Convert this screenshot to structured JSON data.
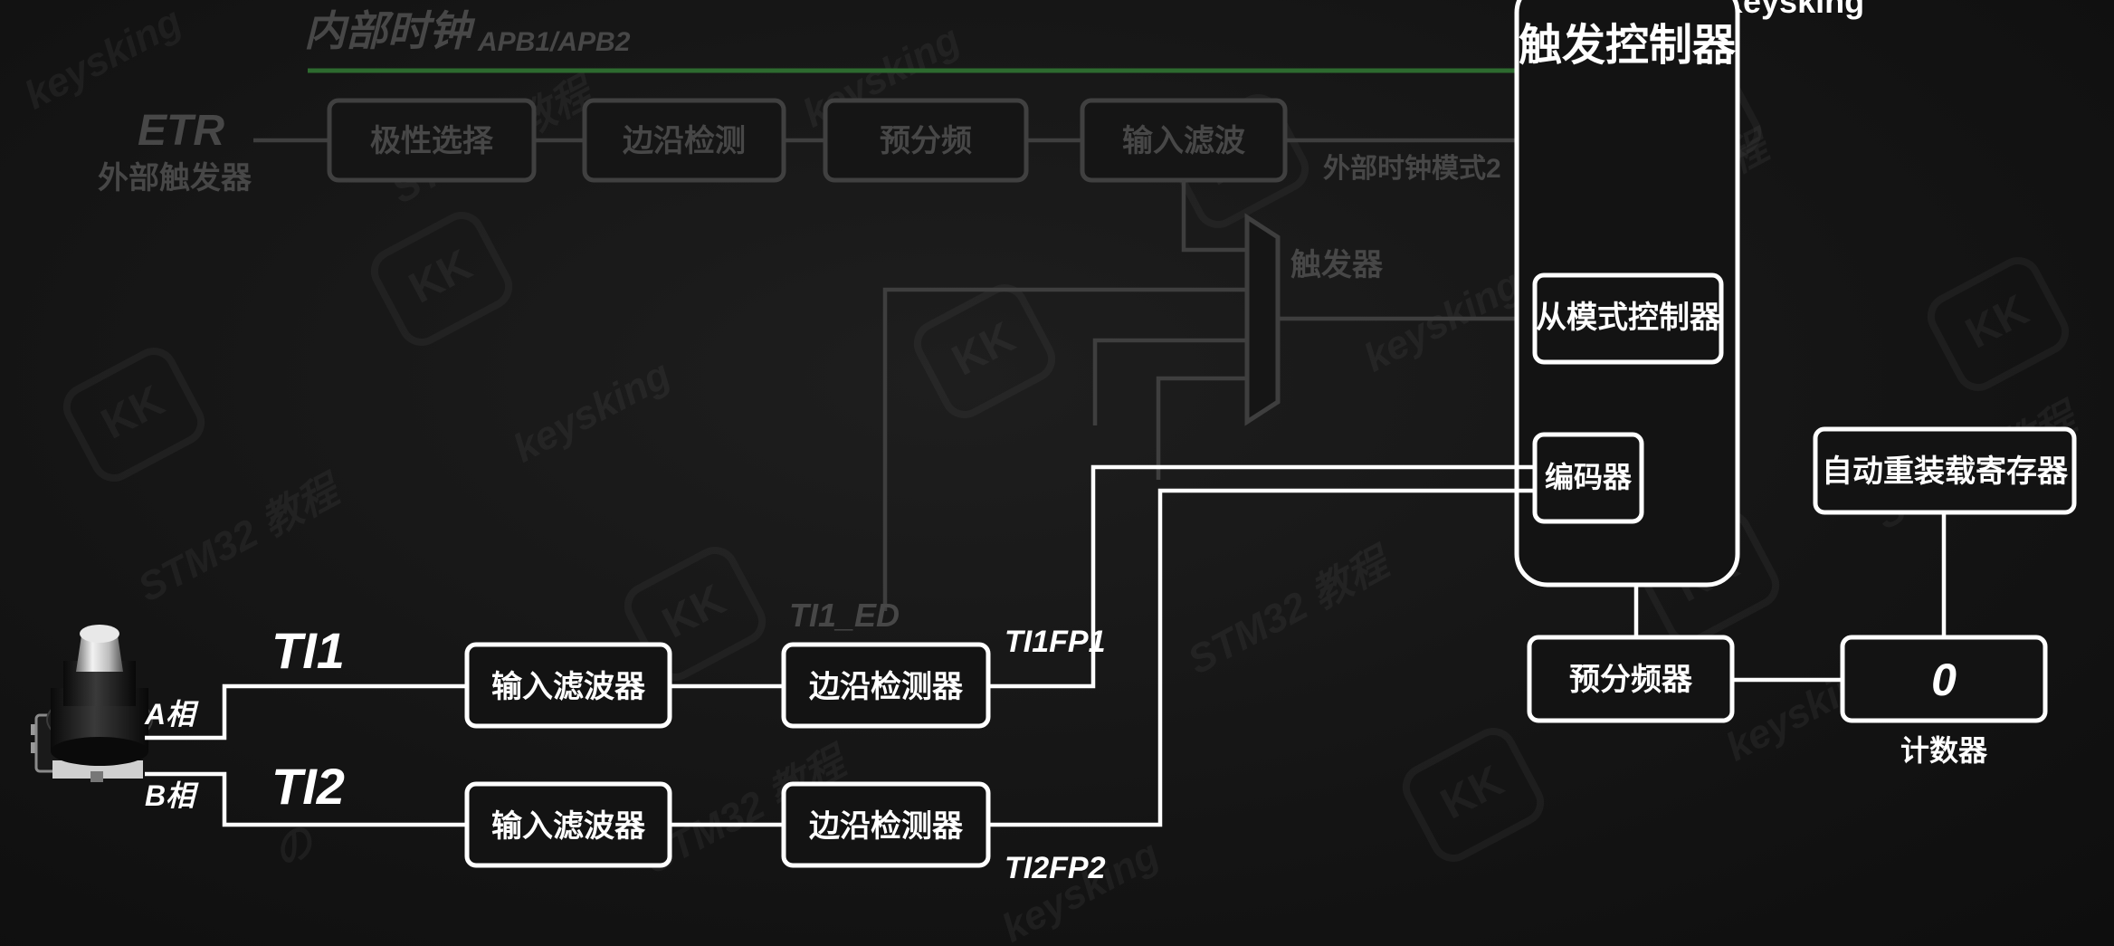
{
  "top": {
    "internal_clock": "内部时钟",
    "internal_clock_bus": "APB1/APB2",
    "logo_partial": "Keysking"
  },
  "etr": {
    "name": "ETR",
    "desc": "外部触发器",
    "blocks": [
      "极性选择",
      "边沿检测",
      "预分频",
      "输入滤波"
    ],
    "mode_label": "外部时钟模式2"
  },
  "trigger_mux_label": "触发器",
  "ti1_ed_label": "TI1_ED",
  "trigger_controller": {
    "title": "触发控制器",
    "slave_mode": "从模式控制器",
    "encoder": "编码器"
  },
  "arr_label": "自动重装载寄存器",
  "prescaler_label": "预分频器",
  "counter": {
    "value": "0",
    "label": "计数器"
  },
  "knob": {
    "phase_a": "A相",
    "phase_b": "B相"
  },
  "channels": [
    {
      "input": "TI1",
      "filter": "输入滤波器",
      "edge": "边沿检测器",
      "output": "TI1FP1"
    },
    {
      "input": "TI2",
      "filter": "输入滤波器",
      "edge": "边沿检测器",
      "output": "TI2FP2"
    }
  ],
  "watermark": {
    "brand": "keysking",
    "no": "の",
    "course": "STM32 教程",
    "badge": "KK"
  }
}
